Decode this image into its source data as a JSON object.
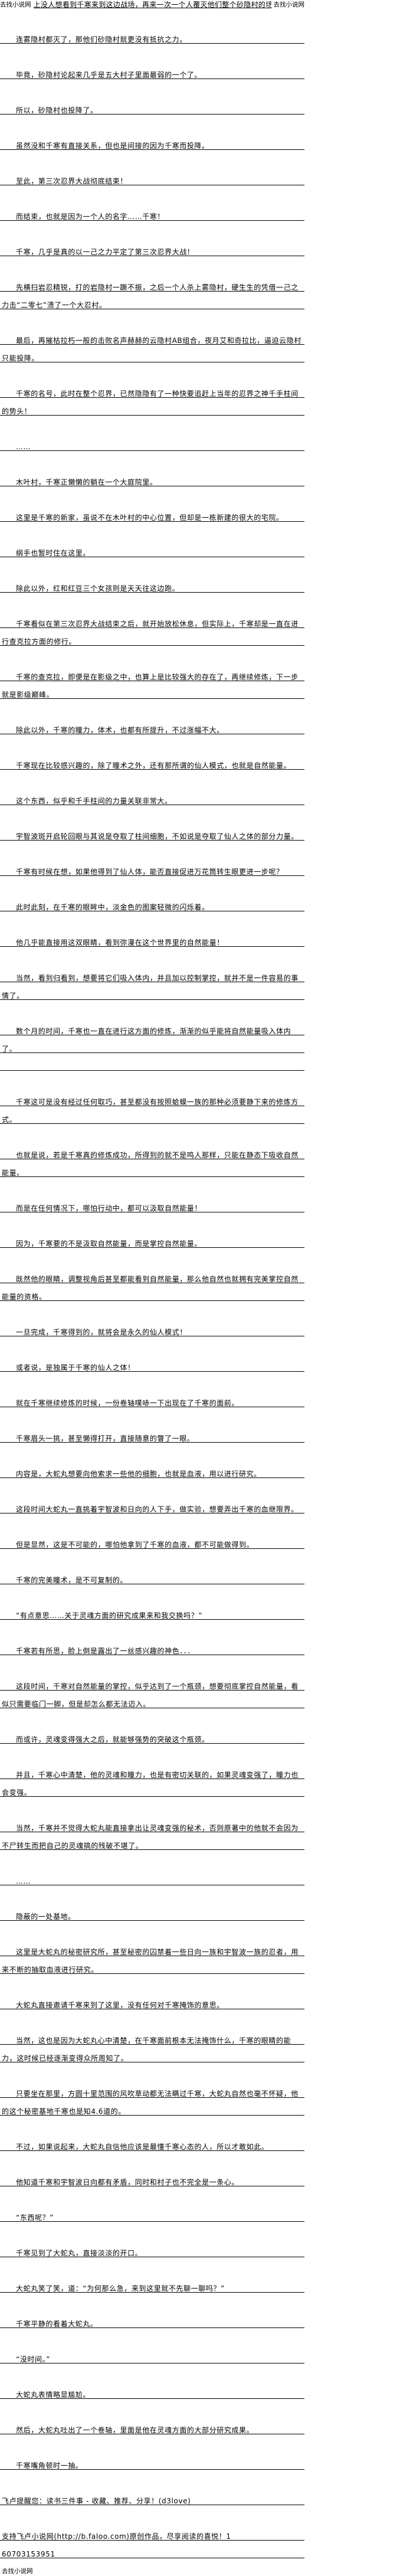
{
  "header": {
    "site_left": "去找小说网",
    "teaser": "上没人想看到千寒来到这边战场，再来一次一个人覆灭他们整个砂隐村的场面",
    "site_right": "去找小说网"
  },
  "paragraphs": [
    "连雾隐村都灭了，那他们砂隐村就更没有抵抗之力。",
    "毕竟，砂隐村论起来几乎是五大村子里面最弱的一个了。",
    "所以，砂隐村也投降了。",
    "虽然没和千寒有直接关系，但也是间接的因为千寒而投降。",
    "至此，第三次忍界大战彻底结束！",
    "而结束，也就是因为一个人的名字……千寒！",
    "千寒，几乎是真的以一己之力平定了第三次忍界大战！",
    "先横扫岩忍精锐，打的岩隐村一蹶不振，之后一个人杀上雾隐村，硬生生的凭借一己之力击“二零七”溃了一个大忍村。",
    "最后，再摧枯拉朽一般的击败名声赫赫的云隐村AB组合，夜月艾和奇拉比，逼迫云隐村只能投降。",
    "千寒的名号，此时在整个忍界，已然隐隐有了一种快要追赶上当年的忍界之神千手柱间的势头！",
    "……",
    "木叶村，千寒正懒懒的躺在一个大庭院里。",
    "这里是千寒的新家，虽说不在木叶村的中心位置，但却是一栋新建的很大的宅院。",
    "纲手也暂时住在这里。",
    "除此以外，红和红豆三个女孩则是天天往这边跑。",
    "千寒看似在第三次忍界大战结束之后，就开始放松休息，但实际上，千寒却是一直在进行查克拉方面的修行。",
    "千寒的查克拉，即便是在影级之中，也算上是比较强大的存在了，再继续修炼，下一步就是影级巅峰。",
    "除此以外，千寒的瞳力，体术，也都有所提升，不过涨幅不大。",
    "千寒现在比较感兴趣的，除了瞳术之外，还有那所谓的仙人模式，也就是自然能量。",
    "这个东西，似乎和千手柱间的力量关联非常大。",
    "宇智波斑开启轮回眼与其说是夺取了柱间细胞，不如说是夺取了仙人之体的部分力量。",
    "千寒有时候在想，如果他得到了仙人体，能否直接促进万花筒转生眼更进一步呢？",
    "此时此刻，在千寒的眼眸中，淡金色的图案轻微的闪烁着。",
    "他几乎能直接用这双眼睛，看到弥漫在这个世界里的自然能量！",
    "当然，看到归看到，想要将它们吸入体内，并且加以控制掌控，就并不是一件容易的事情了。",
    "数个月的时间，千寒也一直在进行这方面的修炼，渐渐的似乎能将自然能量吸入体内了。\n　",
    "千寒这可是没有经过任何取巧，甚至都没有按照蛤蟆一族的那种必须要静下来的修炼方式。",
    "也就是说，若是千寒真的修炼成功，所得到的就不是鸣人那样，只能在静态下吸收自然能量。",
    "而是在任何情况下，哪怕行动中，都可以汲取自然能量！",
    "因为，千寒要的不是汲取自然能量，而是掌控自然能量。",
    "既然他的眼睛，调整视角后甚至都能看到自然能量，那么他自然也就拥有完美掌控自然能量的资格。",
    "一旦完成，千寒得到的，就将会是永久的仙人模式！",
    "或者说，是独属于千寒的仙人之体！",
    "就在千寒继续修炼的时候，一份卷轴噗哧一下出现在了千寒的面前。",
    "千寒眉头一挑，甚至懒得打开，直接随意的瞥了一眼。",
    "内容是，大蛇丸想要向他索求一些他的细胞，也就是血液，用以进行研究。",
    "这段时间大蛇丸一直挑着宇智波和日向的人下手，做实验，想要弄出千寒的血继限界。",
    "但是显然，这是不可能的，哪怕他拿到了千寒的血液，都不可能做得到。",
    "千寒的完美瞳术，是不可复制的。",
    "“有点意思……关于灵魂方面的研究成果来和我交换吗？”",
    "千寒若有所思，脸上倒是露出了一丝感兴趣的神色．．．",
    "这段时间，千寒对自然能量的掌控，似乎达到了一个瓶颈，想要彻底掌控自然能量，看似只需要临门一脚，但是却怎么都无法迈入。",
    "而或许，灵魂变得强大之后，就能够强势的突破这个瓶颈。",
    "并且，千寒心中清楚，他的灵魂和瞳力，也是有密切关联的，如果灵魂变强了，瞳力也会变强。",
    "当然，千寒并不觉得大蛇丸能直接拿出让灵魂变强的秘术，否则原著中的他就不会因为不尸转生而把自己的灵魂搞的残破不堪了。",
    "……",
    "隐蔽的一处基地。",
    "这里是大蛇丸的秘密研究所，甚至秘密的囚禁着一些日向一族和宇智波一族的忍者，用来不断的抽取血液进行研究。",
    "大蛇丸直接邀请千寒来到了这里，没有任何对千寒掩饰的意思。",
    "当然，这也是因为大蛇丸心中清楚，在千寒面前根本无法掩饰什么，千寒的眼睛的能力，这时候已经逐渐变得众所周知了。",
    "只要坐在那里，方圆十里范围的风吹草动都无法瞒过千寒，大蛇丸自然也毫不怀疑，他的这个秘密基地千寒也是知4.6道的。",
    "不过，如果说起来，大蛇丸自信他应该是最懂千寒心态的人，所以才敢如此。",
    "他知道千寒和宇智波日向都有矛盾，同时和村子也不完全是一条心。",
    "“东西呢？”",
    "千寒见到了大蛇丸，直接淡淡的开口。",
    "大蛇丸笑了笑，道：“为何那么急，来到这里就不先聊一聊吗？”",
    "千寒平静的看着大蛇丸。",
    "“没时间。”",
    "大蛇丸表情略显尴尬。",
    "然后，大蛇丸吐出了一个卷轴，里面是他在灵魂方面的大部分研究成果。",
    "千寒嘴角顿时一抽。"
  ],
  "footer": {
    "reminder": "飞卢提醒您：读书三件事 - 收藏、推荐、分享！(d3love)",
    "support": "支持飞卢小说网(http://b.faloo.com)原创作品，尽享阅读的喜悦！1\n60703153951",
    "site": "去找小说网"
  }
}
